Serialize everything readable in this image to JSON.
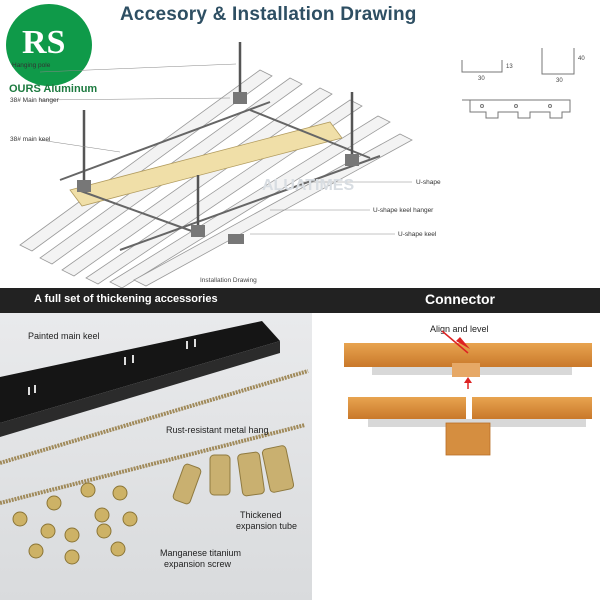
{
  "header": {
    "title": "Accesory & Installation Drawing"
  },
  "brand": {
    "name": "OURS Aluminum",
    "logo_letters": "RS",
    "color": "#0f9a49"
  },
  "drawing": {
    "labels": {
      "hanging_pole": "Hanging pole",
      "main_hanger": "38# Main hanger",
      "main_keel": "38# main keel",
      "u_shape": "U-shape",
      "u_shape_keel_hanger": "U-shape keel hanger",
      "u_shape_keel": "U-shape keel",
      "caption": "Installation Drawing",
      "watermark": "ALUATIMES"
    },
    "dims": {
      "d1": "30",
      "d2": "13",
      "d3": "30",
      "d4": "40"
    }
  },
  "accessories": {
    "heading": "A full set of thickening accessories",
    "painted_main_keel": "Painted main keel",
    "rust_resistant": "Rust-resistant metal hang",
    "thickened_1": "Thickened",
    "thickened_2": "expansion tube",
    "manganese_1": "Manganese titanium",
    "manganese_2": "expansion screw"
  },
  "connector": {
    "heading": "Connector",
    "align": "Align and level"
  }
}
